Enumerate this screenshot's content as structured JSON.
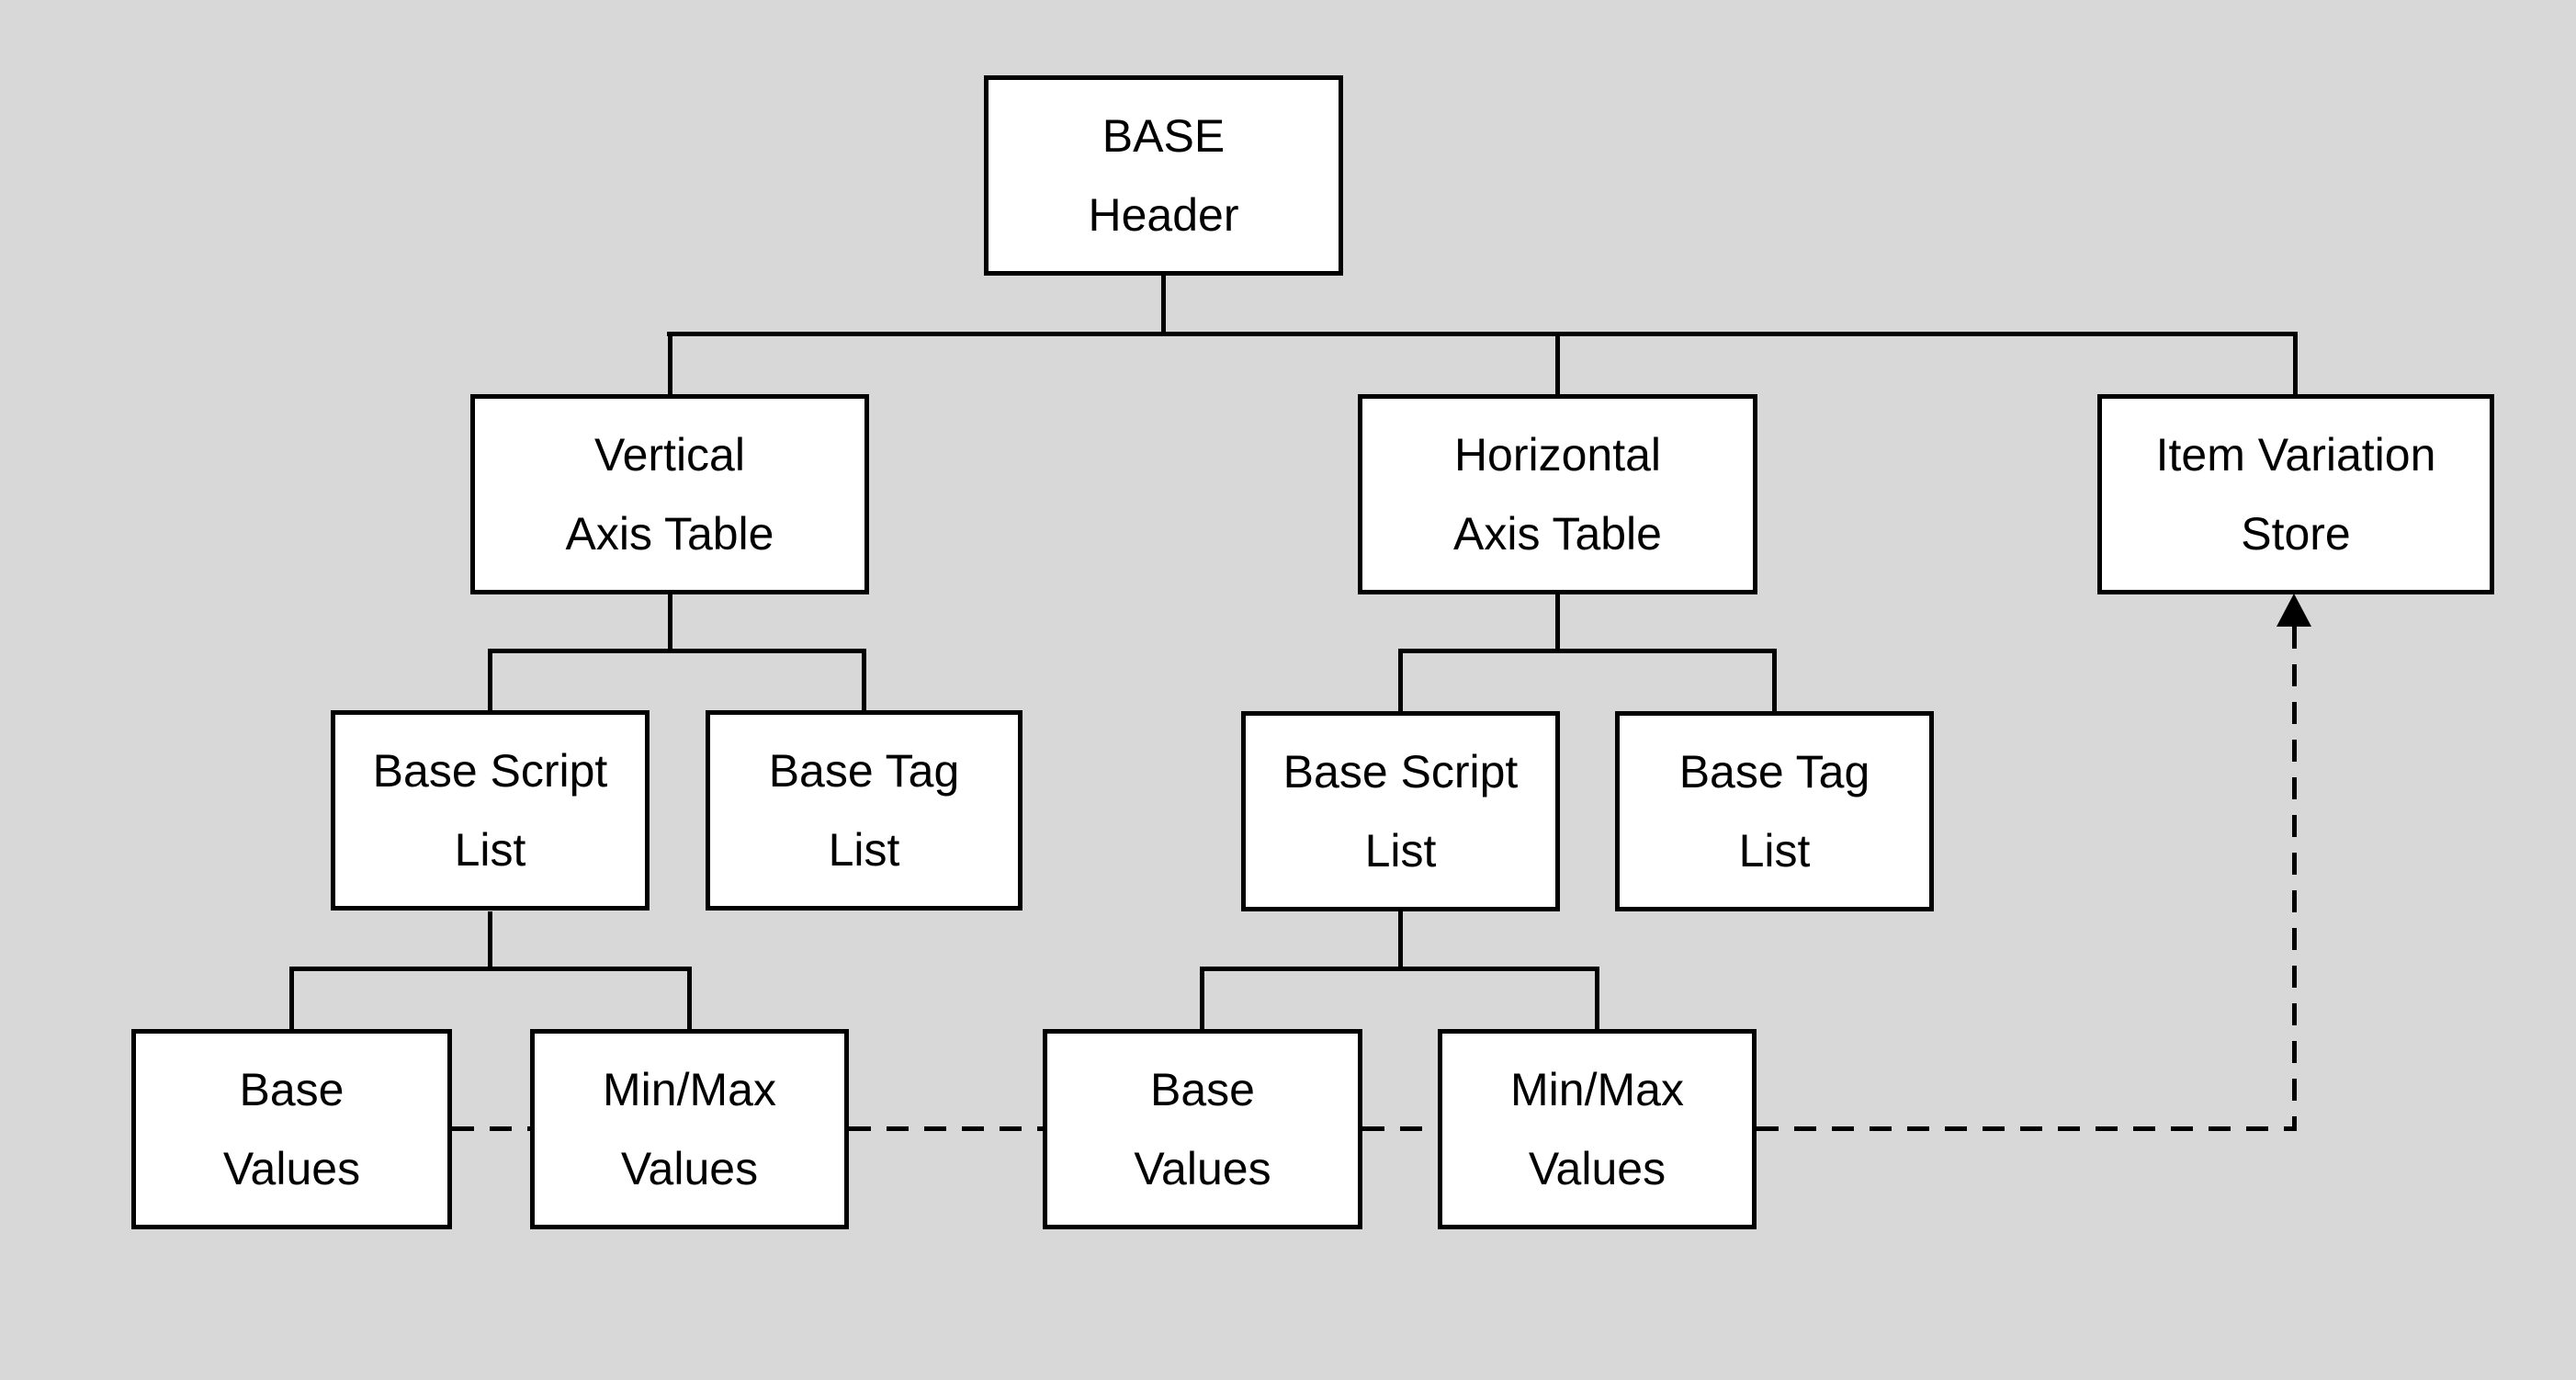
{
  "diagram": {
    "colors": {
      "background": "#d8d8d8",
      "node_fill": "#ffffff",
      "node_border": "#000000",
      "text": "#000000",
      "line": "#000000"
    },
    "nodes": {
      "base_header": {
        "label": "BASE\nHeader"
      },
      "vertical_axis_table": {
        "label": "Vertical\nAxis Table"
      },
      "horizontal_axis_table": {
        "label": "Horizontal\nAxis Table"
      },
      "item_variation_store": {
        "label": "Item Variation\nStore"
      },
      "base_script_list_v": {
        "label": "Base Script\nList"
      },
      "base_tag_list_v": {
        "label": "Base Tag\nList"
      },
      "base_script_list_h": {
        "label": "Base Script\nList"
      },
      "base_tag_list_h": {
        "label": "Base Tag\nList"
      },
      "base_values_v": {
        "label": "Base\nValues"
      },
      "minmax_values_v": {
        "label": "Min/Max\nValues"
      },
      "base_values_h": {
        "label": "Base\nValues"
      },
      "minmax_values_h": {
        "label": "Min/Max\nValues"
      }
    },
    "edges": [
      {
        "from": "BASE Header",
        "to": "Vertical Axis Table",
        "style": "solid"
      },
      {
        "from": "BASE Header",
        "to": "Horizontal Axis Table",
        "style": "solid"
      },
      {
        "from": "BASE Header",
        "to": "Item Variation Store",
        "style": "solid"
      },
      {
        "from": "Vertical Axis Table",
        "to": "Base Script List",
        "style": "solid"
      },
      {
        "from": "Vertical Axis Table",
        "to": "Base Tag List",
        "style": "solid"
      },
      {
        "from": "Base Script List (vertical)",
        "to": "Base Values",
        "style": "solid"
      },
      {
        "from": "Base Script List (vertical)",
        "to": "Min/Max Values",
        "style": "solid"
      },
      {
        "from": "Horizontal Axis Table",
        "to": "Base Script List",
        "style": "solid"
      },
      {
        "from": "Horizontal Axis Table",
        "to": "Base Tag List",
        "style": "solid"
      },
      {
        "from": "Base Script List (horizontal)",
        "to": "Base Values",
        "style": "solid"
      },
      {
        "from": "Base Script List (horizontal)",
        "to": "Min/Max Values",
        "style": "solid"
      },
      {
        "from": "Base Values / Min/Max Values chain",
        "to": "Item Variation Store",
        "style": "dashed-arrow"
      }
    ]
  }
}
